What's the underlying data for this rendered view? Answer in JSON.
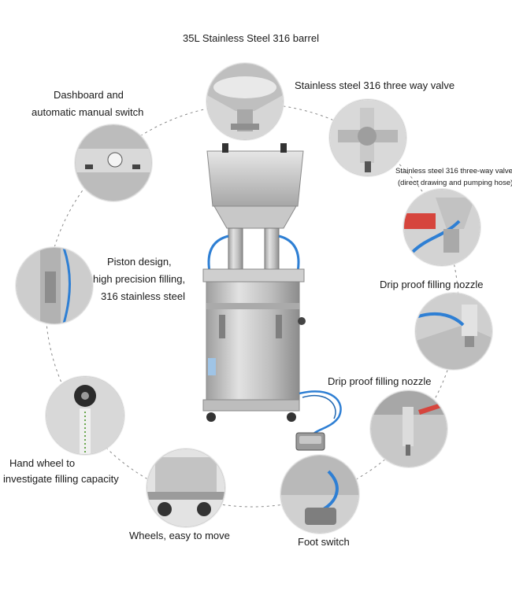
{
  "labels": {
    "barrel": "35L Stainless Steel 316 barrel",
    "three_way_valve": "Stainless steel 316 three way valve",
    "valve_detail_line1": "Stainless steel 316 three-way valve",
    "valve_detail_line2": "(direct drawing and pumping hose)",
    "nozzle_1": "Drip proof filling nozzle",
    "nozzle_2": "Drip proof filling nozzle",
    "foot_switch": "Foot switch",
    "wheels": "Wheels, easy to move",
    "hand_wheel_line1": "Hand wheel to",
    "hand_wheel_line2": "investigate filling capacity",
    "piston_line1": "Piston design,",
    "piston_line2": "high precision filling,",
    "piston_line3": "316 stainless steel",
    "dashboard_line1": "Dashboard and",
    "dashboard_line2": "automatic manual switch"
  },
  "colors": {
    "steel_light": "#d9d9d9",
    "steel_mid": "#b4b4b4",
    "steel_dark": "#7f7f7f",
    "hose_blue": "#2e7fd4",
    "ring_dash": "#8a8a8a"
  }
}
